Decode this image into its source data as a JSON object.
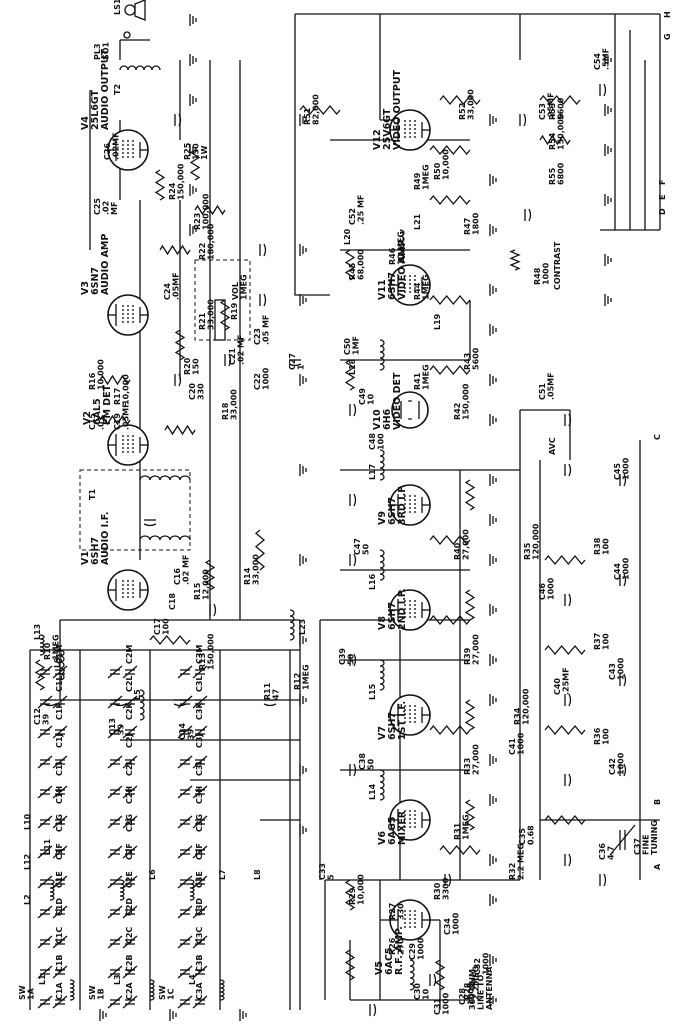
{
  "tubes": [
    {
      "id": "v1",
      "lines": [
        "V1",
        "6SH7",
        "AUDIO I.F."
      ]
    },
    {
      "id": "v2",
      "lines": [
        "V2",
        "6AL5",
        "FM DET"
      ]
    },
    {
      "id": "v3",
      "lines": [
        "V3",
        "6SN7",
        "AUDIO AMP"
      ]
    },
    {
      "id": "v4",
      "lines": [
        "V4",
        "25L6GT",
        "AUDIO OUTPUT"
      ]
    },
    {
      "id": "v5",
      "lines": [
        "V5",
        "6AC5",
        "R.F. AMP."
      ]
    },
    {
      "id": "v6",
      "lines": [
        "V6",
        "6AG5",
        "MIXER"
      ]
    },
    {
      "id": "v7",
      "lines": [
        "V7",
        "6SH7",
        "1ST I.F."
      ]
    },
    {
      "id": "v8",
      "lines": [
        "V8",
        "6SH7",
        "2ND I.F."
      ]
    },
    {
      "id": "v9",
      "lines": [
        "V9",
        "6SH7",
        "3RD I.F."
      ]
    },
    {
      "id": "v10",
      "lines": [
        "V10",
        "6H6",
        "VIDEO DET"
      ]
    },
    {
      "id": "v11",
      "lines": [
        "V11",
        "6SH7",
        "VIDEO AMP"
      ]
    },
    {
      "id": "v12",
      "lines": [
        "V12",
        "25V6GT",
        "VIDEO OUTPUT"
      ]
    }
  ],
  "resistors": [
    {
      "id": "r13",
      "lines": [
        "R13",
        "150,000"
      ]
    },
    {
      "id": "r14",
      "lines": [
        "R14",
        "33,000"
      ]
    },
    {
      "id": "r15",
      "lines": [
        "R15",
        "12,000"
      ]
    },
    {
      "id": "r16",
      "lines": [
        "R16",
        "10,000"
      ]
    },
    {
      "id": "r17",
      "lines": [
        "R17",
        "10,000"
      ]
    },
    {
      "id": "r18",
      "lines": [
        "R18",
        "33,000"
      ]
    },
    {
      "id": "r19",
      "lines": [
        "R19"
      ]
    },
    {
      "id": "r20",
      "lines": [
        "R20",
        "150"
      ]
    },
    {
      "id": "r21",
      "lines": [
        "R21",
        "33,000"
      ]
    },
    {
      "id": "r22",
      "lines": [
        "R22",
        "180,000"
      ]
    },
    {
      "id": "r23",
      "lines": [
        "R23",
        "100,000"
      ]
    },
    {
      "id": "r24",
      "lines": [
        "R24",
        "150,000"
      ]
    },
    {
      "id": "r25",
      "lines": [
        "R25",
        "150",
        "1W"
      ]
    },
    {
      "id": "r10",
      "lines": [
        "R10",
        "1MEG"
      ]
    },
    {
      "id": "r11",
      "lines": [
        "R11",
        "47"
      ]
    },
    {
      "id": "r12",
      "lines": [
        "R12",
        "1MEG"
      ]
    },
    {
      "id": "r26",
      "lines": [
        "R26",
        "270"
      ]
    },
    {
      "id": "r27",
      "lines": [
        "R27",
        "330"
      ]
    },
    {
      "id": "r28",
      "lines": [
        "R28",
        "2.2MEG"
      ]
    },
    {
      "id": "r29",
      "lines": [
        "R29",
        "10,000"
      ]
    },
    {
      "id": "r30",
      "lines": [
        "R30",
        "3300"
      ]
    },
    {
      "id": "r31",
      "lines": [
        "R31",
        "1MEG"
      ]
    },
    {
      "id": "r32",
      "lines": [
        "R32",
        "2.2 MEG"
      ]
    },
    {
      "id": "r33",
      "lines": [
        "R33",
        "27,000"
      ]
    },
    {
      "id": "r34",
      "lines": [
        "R34",
        "120,000"
      ]
    },
    {
      "id": "r35",
      "lines": [
        "R35",
        "120,000"
      ]
    },
    {
      "id": "r36",
      "lines": [
        "R36",
        "100"
      ]
    },
    {
      "id": "r37",
      "lines": [
        "R37",
        "100"
      ]
    },
    {
      "id": "r38",
      "lines": [
        "R38",
        "100"
      ]
    },
    {
      "id": "r39",
      "lines": [
        "R39",
        "27,000"
      ]
    },
    {
      "id": "r40",
      "lines": [
        "R40",
        "27,000"
      ]
    },
    {
      "id": "r41",
      "lines": [
        "R41",
        "1MEG"
      ]
    },
    {
      "id": "r42",
      "lines": [
        "R42",
        "150,000"
      ]
    },
    {
      "id": "r43",
      "lines": [
        "R43",
        "5600"
      ]
    },
    {
      "id": "r44",
      "lines": [
        "R44",
        "1MEG"
      ]
    },
    {
      "id": "r45",
      "lines": [
        "R45",
        "68,000"
      ]
    },
    {
      "id": "r46",
      "lines": [
        "R46",
        "10 MEG"
      ]
    },
    {
      "id": "r47",
      "lines": [
        "R47",
        "1800"
      ]
    },
    {
      "id": "r48",
      "lines": [
        "R48",
        "1000"
      ]
    },
    {
      "id": "r49",
      "lines": [
        "R49",
        "1MEG"
      ]
    },
    {
      "id": "r50",
      "lines": [
        "R50",
        "10,000"
      ]
    },
    {
      "id": "r51",
      "lines": [
        "R51",
        "82,000"
      ]
    },
    {
      "id": "r52",
      "lines": [
        "R52",
        "33,000"
      ]
    },
    {
      "id": "r53",
      "lines": [
        "R53",
        "5600"
      ]
    },
    {
      "id": "r54",
      "lines": [
        "R54",
        "150,000"
      ]
    },
    {
      "id": "r55",
      "lines": [
        "R55",
        "6800"
      ]
    }
  ],
  "capacitors": [
    {
      "id": "c12",
      "lines": [
        "C12",
        "39"
      ]
    },
    {
      "id": "c13",
      "lines": [
        "C13",
        "39"
      ]
    },
    {
      "id": "c14",
      "lines": [
        "C14",
        "39"
      ]
    },
    {
      "id": "c15",
      "lines": [
        "C15",
        ".01"
      ]
    },
    {
      "id": "c16",
      "lines": [
        "C16",
        ".02 MF"
      ]
    },
    {
      "id": "c17",
      "lines": [
        "C17",
        "100"
      ]
    },
    {
      "id": "c18",
      "lines": [
        "C18"
      ]
    },
    {
      "id": "c19",
      "lines": [
        "C19",
        ".05MF"
      ]
    },
    {
      "id": "c20",
      "lines": [
        "C20",
        "330"
      ]
    },
    {
      "id": "c21",
      "lines": [
        "C21",
        ".02 MF"
      ]
    },
    {
      "id": "c22",
      "lines": [
        "C22",
        "1000"
      ]
    },
    {
      "id": "c23",
      "lines": [
        "C23",
        ".05 MF"
      ]
    },
    {
      "id": "c24",
      "lines": [
        "C24",
        ".05MF"
      ]
    },
    {
      "id": "c25",
      "lines": [
        "C25",
        ".02",
        "MF"
      ]
    },
    {
      "id": "c26",
      "lines": [
        "C26",
        ".02MF"
      ]
    },
    {
      "id": "c27",
      "lines": [
        "C27",
        "1"
      ]
    },
    {
      "id": "c28",
      "lines": [
        "C28",
        "1000"
      ]
    },
    {
      "id": "c29",
      "lines": [
        "C29",
        "1000"
      ]
    },
    {
      "id": "c30",
      "lines": [
        "C30",
        "10"
      ]
    },
    {
      "id": "c31",
      "lines": [
        "C31",
        "1000"
      ]
    },
    {
      "id": "c32",
      "lines": [
        "C32",
        "1000"
      ]
    },
    {
      "id": "c33",
      "lines": [
        "C33",
        "5"
      ]
    },
    {
      "id": "c34",
      "lines": [
        "C34",
        "1000"
      ]
    },
    {
      "id": "c35",
      "lines": [
        "C35",
        "0.68"
      ]
    },
    {
      "id": "c36",
      "lines": [
        "C36",
        "4.7"
      ]
    },
    {
      "id": "c37",
      "lines": [
        "C37",
        "FINE",
        "TUNING"
      ]
    },
    {
      "id": "c38",
      "lines": [
        "C38",
        "50"
      ]
    },
    {
      "id": "c39",
      "lines": [
        "C39",
        "50"
      ]
    },
    {
      "id": "c40",
      "lines": [
        "C40",
        ".25MF"
      ]
    },
    {
      "id": "c41",
      "lines": [
        "C41",
        "1000"
      ]
    },
    {
      "id": "c42",
      "lines": [
        "C42",
        "1000"
      ]
    },
    {
      "id": "c43",
      "lines": [
        "C43",
        "1000"
      ]
    },
    {
      "id": "c44",
      "lines": [
        "C44",
        "1000"
      ]
    },
    {
      "id": "c45",
      "lines": [
        "C45",
        "1000"
      ]
    },
    {
      "id": "c46",
      "lines": [
        "C46",
        "1000"
      ]
    },
    {
      "id": "c47",
      "lines": [
        "C47",
        "50"
      ]
    },
    {
      "id": "c48",
      "lines": [
        "C48",
        "100"
      ]
    },
    {
      "id": "c49",
      "lines": [
        "C49",
        "10"
      ]
    },
    {
      "id": "c50",
      "lines": [
        "C50",
        "1MF"
      ]
    },
    {
      "id": "c51",
      "lines": [
        "C51",
        ".05MF"
      ]
    },
    {
      "id": "c52",
      "lines": [
        "C52",
        ".25 MF"
      ]
    },
    {
      "id": "c53",
      "lines": [
        "C53",
        ".25MF"
      ]
    },
    {
      "id": "c54",
      "lines": [
        "C54",
        ".5MF"
      ]
    }
  ],
  "coils": [
    {
      "id": "l13",
      "lines": [
        "L13"
      ]
    },
    {
      "id": "l9",
      "lines": [
        "L9"
      ]
    },
    {
      "id": "l15",
      "lines": [
        "L15"
      ]
    },
    {
      "id": "l14",
      "lines": [
        "L14"
      ]
    },
    {
      "id": "l16",
      "lines": [
        "L16"
      ]
    },
    {
      "id": "l17",
      "lines": [
        "L17"
      ]
    },
    {
      "id": "l18",
      "lines": [
        "L18"
      ]
    },
    {
      "id": "l19",
      "lines": [
        "L19"
      ]
    },
    {
      "id": "l20",
      "lines": [
        "L20"
      ]
    },
    {
      "id": "l21",
      "lines": [
        "L21"
      ]
    },
    {
      "id": "l23",
      "lines": [
        "L23"
      ]
    },
    {
      "id": "l1",
      "lines": [
        "L1"
      ]
    },
    {
      "id": "l2",
      "lines": [
        "L2"
      ]
    },
    {
      "id": "l6",
      "lines": [
        "L6"
      ]
    },
    {
      "id": "l11",
      "lines": [
        "L11"
      ]
    },
    {
      "id": "l12",
      "lines": [
        "L12"
      ]
    },
    {
      "id": "t1",
      "lines": [
        "T1"
      ]
    },
    {
      "id": "t2",
      "lines": [
        "T2"
      ]
    },
    {
      "id": "l3",
      "lines": [
        "L3"
      ]
    },
    {
      "id": "l4",
      "lines": [
        "L4"
      ]
    },
    {
      "id": "l5",
      "lines": [
        "L5"
      ]
    },
    {
      "id": "l7",
      "lines": [
        "L7"
      ]
    },
    {
      "id": "l8",
      "lines": [
        "L8"
      ]
    },
    {
      "id": "l10",
      "lines": [
        "L10"
      ]
    }
  ],
  "misc_labels": [
    {
      "id": "ls1",
      "lines": [
        "LS1"
      ]
    },
    {
      "id": "pl3",
      "lines": [
        "PL3",
        "SO1"
      ]
    },
    {
      "id": "contrast",
      "lines": [
        "CONTRAST"
      ]
    },
    {
      "id": "avc",
      "lines": [
        "AVC"
      ]
    },
    {
      "id": "vol",
      "lines": [
        "VOL",
        "1MEG"
      ]
    },
    {
      "id": "antenna",
      "lines": [
        "300 OHM",
        "LINE TO",
        "ANTENNA"
      ]
    },
    {
      "id": "term-a",
      "lines": [
        "A"
      ]
    },
    {
      "id": "term-b",
      "lines": [
        "B"
      ]
    },
    {
      "id": "term-c",
      "lines": [
        "C"
      ]
    },
    {
      "id": "term-d",
      "lines": [
        "D"
      ]
    },
    {
      "id": "term-e",
      "lines": [
        "E"
      ]
    },
    {
      "id": "term-f",
      "lines": [
        "F"
      ]
    },
    {
      "id": "term-g",
      "lines": [
        "G"
      ]
    },
    {
      "id": "term-h",
      "lines": [
        "H"
      ]
    },
    {
      "id": "sw1",
      "lines": [
        "SW",
        "1A"
      ]
    },
    {
      "id": "sw2",
      "lines": [
        "SW",
        "1B"
      ]
    },
    {
      "id": "sw3",
      "lines": [
        "SW",
        "1C"
      ]
    }
  ],
  "trimmer_banks": [
    {
      "id": "bank-a",
      "labels": [
        "C1A",
        "C1B",
        "C1C",
        "C1D",
        "C1E",
        "C1F",
        "C1G",
        "C1H",
        "C1I",
        "C1J",
        "C1K",
        "C1L",
        "C1M"
      ]
    },
    {
      "id": "bank-b",
      "labels": [
        "C2A",
        "C2B",
        "C2C",
        "C2D",
        "C2E",
        "C2F",
        "C2G",
        "C2H",
        "C2I",
        "C2J",
        "C2K",
        "C2L",
        "C2M"
      ]
    },
    {
      "id": "bank-c",
      "labels": [
        "C3A",
        "C3B",
        "C3C",
        "C3D",
        "C3E",
        "C3F",
        "C3G",
        "C3H",
        "C3I",
        "C3J",
        "C3K",
        "C3L",
        "C3M"
      ]
    }
  ]
}
